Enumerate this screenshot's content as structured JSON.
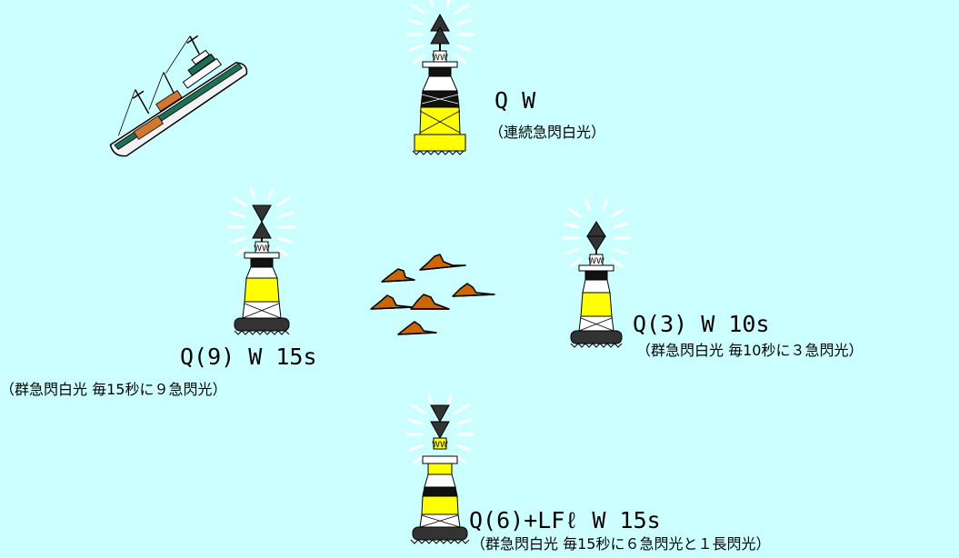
{
  "colors": {
    "background": "#ccffff",
    "yellow": "#ffff00",
    "black": "#000000",
    "rock": "#cc6600",
    "hull": "#f0f0f0",
    "deck": "#208060"
  },
  "ship": {
    "icon": "ship-icon"
  },
  "rocks": {
    "icon": "rocks-icon"
  },
  "marks": {
    "north": {
      "code": "Q W",
      "desc": "（連続急閃白光）"
    },
    "west": {
      "code": "Q(9) W 15s",
      "desc": "（群急閃白光 毎15秒に９急閃光）"
    },
    "east": {
      "code": "Q(3) W 10s",
      "desc": "（群急閃白光 毎10秒に３急閃光）"
    },
    "south": {
      "code": "Q(6)+LFℓ W 15s",
      "desc": "（群急閃白光 毎15秒に６急閃光と１長閃光）"
    }
  }
}
